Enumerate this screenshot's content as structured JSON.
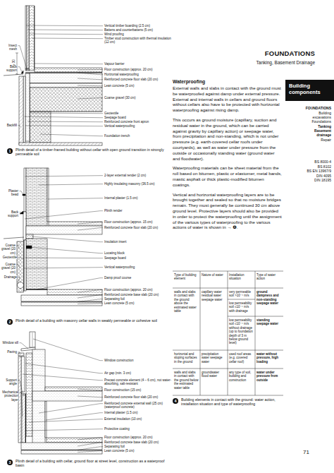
{
  "diagram": {
    "title": "FOUNDATIONS",
    "nodes": [
      {
        "text": [
          "Building components"
        ]
      }
    ],
    "labels": [
      "Vertical timber boarding (2.5 cm)",
      "Battens and counterbattens (5 cm)",
      "Wind proofing",
      "Timber stud construction with thermal insulation (12 cm)",
      "Vapour barrier",
      "Floor construction (approx. 20 cm)",
      "Horizontal waterproofing",
      "Reinforced concrete floor slab (20 cm)",
      "Lean concrete (5 cm)",
      "Coarse gravel (30 cm)",
      "Geotextile",
      "Seepage board",
      "Reinforced concrete front apron",
      "Vertical waterproofing",
      "Foundation trench",
      "Insect mesh",
      "Back support",
      "≥ 30",
      "Backfill",
      "1",
      "Plinth detail of a timber-framed building without cellar with open ground transition in strongly permeable soil",
      "2-layer external render (2 cm)",
      "Highly insulating masonry (36.5 cm)",
      "Internal plaster (1.5 cm)",
      "Plinth render",
      "Floor construction (approx. 15 cm)",
      "Reinforced concrete floor slab (20 cm)",
      "Insulation insert",
      "Locating block",
      "Seepage board",
      "Vertical waterproofing",
      "Damp proof course",
      "Floor construction (approx. 20 cm)",
      "Reinforced concrete base slab (20 cm)",
      "Separating foil",
      "Lean concrete (5 cm)",
      "Plaster bead",
      "Back support",
      "Coarse gravel (20 cm)",
      "Geotextile",
      "Coarse gravel (20 cm)",
      "Drainage",
      "2",
      "Plinth detail of a building with masonry cellar walls in weakly permeable or cohesive soil",
      "Window construction",
      "Air gap (min. 3 cm)",
      "Precast concrete element (4 – 6 cm), not water-absorbing, salt-resistant",
      "Floor construction (15 cm)",
      "Reinforced concrete floor slab (20 cm)",
      "Reinforced concrete external wall (25 cm) (waterproof concrete)",
      "Internal plaster (1.5 cm)",
      "External insulation (10 cm)",
      "Protective coating",
      "Floor construction (approx. 20 cm)",
      "Reinforced concrete base slab (20 cm)",
      "Separating foil",
      "Lean concrete (5 cm)",
      "Window sill",
      "Paving",
      "Support angle",
      "Mechanical protection layer",
      "3",
      "Plinth detail of a building with cellar, ground floor at street level, construction as a waterproof basin",
      "Tanking, Basement Drainage",
      "Waterproofing",
      "External walls and slabs in contact with the ground must be waterproofed against damp under external pressure. External and internal walls in cellars and ground floors without cellars also have to be protected with horizontal waterproofing against rising damp.",
      "This occurs as ground moisture (capillary, suction and residual water in the ground, which can be carried against gravity by capillary action) or seepage water, from precipitation and non-standing, which is not under pressure (e.g. earth-covered cellar roofs under courtyards), as well as water under pressure from the outside or occasionally standing water (ground water and floodwater).",
      "Waterproofing materials can be sheet material from the roll based on bitumen, plastic or elastomer, metal bands, mastic asphalt or thick plastic-modified bitumen coatings.",
      "Vertical and horizontal waterproofing layers are to be brought together and sealed so that no moisture bridges remain. They must generally be continued 30 cm above ground level. Protective layers should also be provided in order to protect the waterproofing until the assignment of the various types of waterproofing to the various actions of water is shown in → ❹.",
      "FOUNDATIONS",
      "Building excavations",
      "Foundations",
      "Tanking",
      "Basement drainage",
      "Repair",
      "BS 8000-4",
      "BS 8102",
      "BS EN 13967/9",
      "DIN 4095",
      "DIN 18195",
      "Type of building element",
      "Nature of water",
      "Installation situation",
      "Type of water action",
      "walls and slabs in contact with the ground above the estimated water table",
      "capillary water residual water seepage water",
      "very permeable soil >10⁻⁴ m/s",
      "ground dampness and non-standing seepage water",
      "low permeability soil ≤10⁻⁴ m/s with drainage",
      "low permeability soil ≤10⁻⁴ m/s without drainage (up to foundation depth of 3 m below ground level)",
      "standing seepage water",
      "horizontal and sloping surfaces in the ground",
      "precipitation water seepage water",
      "used roof areas (e.g. covered cellar roof)",
      "water without pressure, high loading",
      "walls and slabs in contact with the ground below the estimated water table",
      "groundwater flood water",
      "any type of soil, building and construction",
      "water under pressure from outside",
      "4",
      "Building elements in contact with the ground: water action, installation situation and type of waterproofing",
      "71"
    ]
  }
}
